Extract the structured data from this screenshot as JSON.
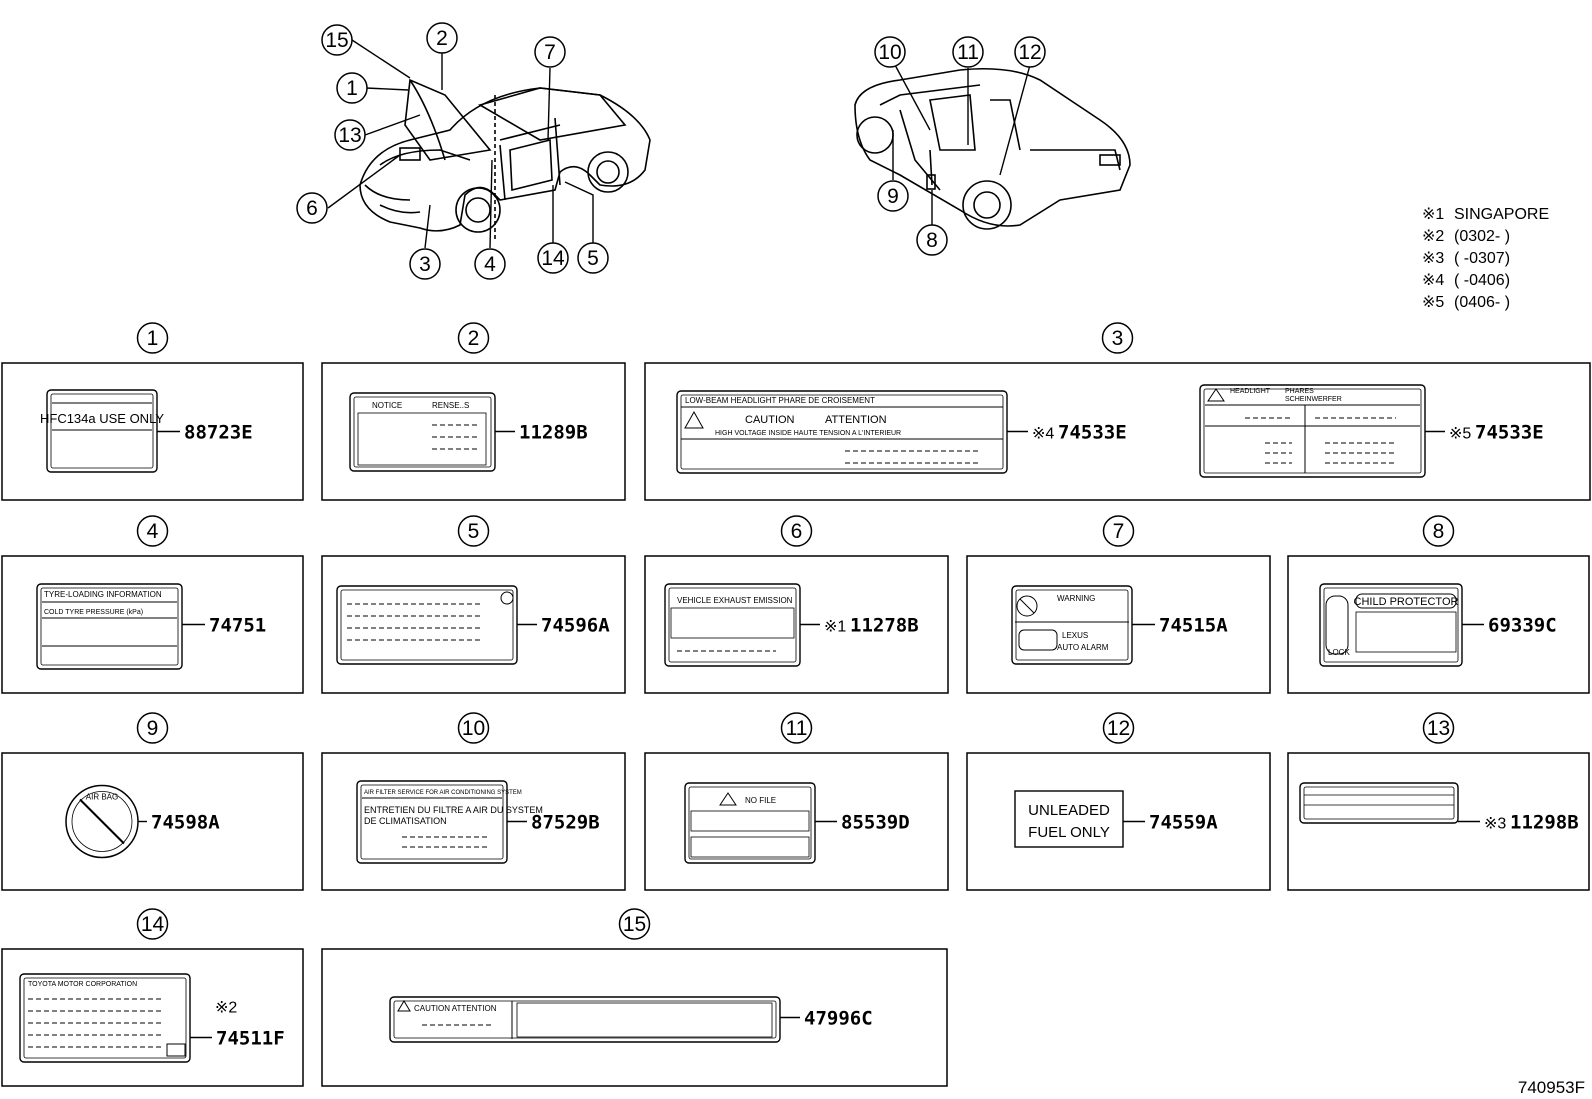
{
  "notes": [
    {
      "mark": "※1",
      "text": "SINGAPORE"
    },
    {
      "mark": "※2",
      "text": "(0302-      )"
    },
    {
      "mark": "※3",
      "text": "(      -0307)"
    },
    {
      "mark": "※4",
      "text": "(      -0406)"
    },
    {
      "mark": "※5",
      "text": "(0406-      )"
    }
  ],
  "callouts_front": [
    "15",
    "2",
    "1",
    "13",
    "6",
    "7",
    "3",
    "4",
    "14",
    "5"
  ],
  "callouts_rear": [
    "10",
    "11",
    "12",
    "9",
    "8"
  ],
  "panels": [
    {
      "num": "1",
      "parts": [
        {
          "no": "88723E"
        }
      ],
      "text": [
        "HFC134a USE ONLY"
      ]
    },
    {
      "num": "2",
      "parts": [
        {
          "no": "11289B"
        }
      ],
      "text": [
        "NOTICE",
        "RENSE..S"
      ]
    },
    {
      "num": "3",
      "parts": [
        {
          "mark": "※4",
          "no": "74533E"
        },
        {
          "mark": "※5",
          "no": "74533E"
        }
      ],
      "text": [
        "LOW-BEAM HEADLIGHT  PHARE DE CROISEMENT",
        "CAUTION",
        "ATTENTION",
        "HIGH VOLTAGE INSIDE  HAUTE TENSION A L'INTERIEUR",
        "HEADLIGHT",
        "PHARES",
        "SCHEINWERFER"
      ]
    },
    {
      "num": "4",
      "parts": [
        {
          "no": "74751"
        }
      ],
      "text": [
        "TYRE-LOADING INFORMATION",
        "COLD  TYRE  PRESSURE  (kPa)"
      ]
    },
    {
      "num": "5",
      "parts": [
        {
          "no": "74596A"
        }
      ],
      "text": []
    },
    {
      "num": "6",
      "parts": [
        {
          "mark": "※1",
          "no": "11278B"
        }
      ],
      "text": [
        "VEHICLE EXHAUST EMISSION"
      ]
    },
    {
      "num": "7",
      "parts": [
        {
          "no": "74515A"
        }
      ],
      "text": [
        "WARNING",
        "LEXUS",
        "AUTO ALARM"
      ]
    },
    {
      "num": "8",
      "parts": [
        {
          "no": "69339C"
        }
      ],
      "text": [
        "CHILD PROTECTOR",
        "LOCK"
      ]
    },
    {
      "num": "9",
      "parts": [
        {
          "no": "74598A"
        }
      ],
      "text": [
        "AIR BAG"
      ]
    },
    {
      "num": "10",
      "parts": [
        {
          "no": "87529B"
        }
      ],
      "text": [
        "AIR FILTER SERVICE FOR AIR CONDITIONING SYSTEM",
        "ENTRETIEN DU FILTRE A AIR DU SYSTEM",
        "DE CLIMATISATION"
      ]
    },
    {
      "num": "11",
      "parts": [
        {
          "no": "85539D"
        }
      ],
      "text": [
        "NO FILE"
      ]
    },
    {
      "num": "12",
      "parts": [
        {
          "no": "74559A"
        }
      ],
      "text": [
        "UNLEADED",
        "FUEL ONLY"
      ]
    },
    {
      "num": "13",
      "parts": [
        {
          "mark": "※3",
          "no": "11298B"
        }
      ],
      "text": []
    },
    {
      "num": "14",
      "parts": [
        {
          "mark": "※2",
          "no": "74511F"
        }
      ],
      "text": [
        "TOYOTA  MOTOR  CORPORATION"
      ]
    },
    {
      "num": "15",
      "parts": [
        {
          "no": "47996C"
        }
      ],
      "text": [
        "CAUTION ATTENTION"
      ]
    }
  ],
  "figure_id": "740953F"
}
